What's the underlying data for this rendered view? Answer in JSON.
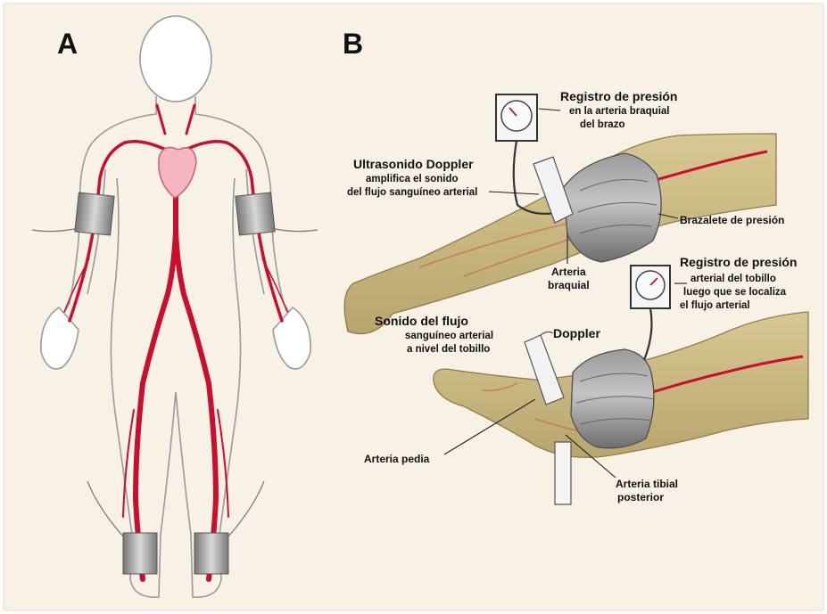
{
  "panels": {
    "a": "A",
    "b": "B"
  },
  "labels": {
    "registro_braquial": {
      "title": "Registro de presión",
      "lines": [
        "en la arteria braquial",
        "del brazo"
      ]
    },
    "ultrasonido": {
      "title": "Ultrasonido Doppler",
      "lines": [
        "amplifica el sonido",
        "del flujo sanguíneo arterial"
      ]
    },
    "brazalete": "Brazalete de presión",
    "arteria_braquial": [
      "Arteria",
      "braquial"
    ],
    "registro_tobillo": {
      "title": "Registro de presión",
      "lines": [
        "arterial del tobillo",
        "luego que se localiza",
        "el flujo arterial"
      ]
    },
    "sonido_flujo": {
      "title": "Sonido del flujo",
      "lines": [
        "sanguíneo arterial",
        "a nivel del tobillo"
      ]
    },
    "doppler": "Doppler",
    "arteria_pedia": "Arteria pedia",
    "arteria_tibial": [
      "Arteria tibial",
      "posterior"
    ]
  },
  "colors": {
    "background": "#f7f1e6",
    "artery": "#c8102e",
    "heart": "#f4b6c2",
    "cuff": "#8a8a8a",
    "skin": "#c9b98a"
  }
}
